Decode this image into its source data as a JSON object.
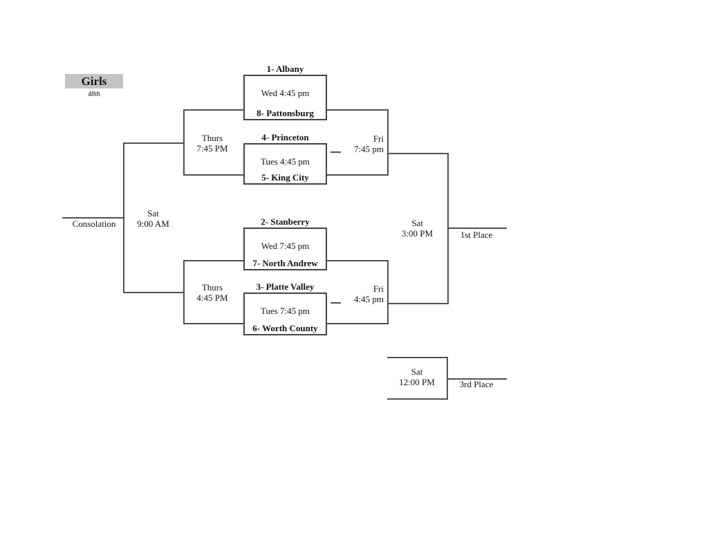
{
  "title": {
    "division": "Girls",
    "edition": "48th"
  },
  "theme": {
    "background": "#ffffff",
    "header_bg": "#c3c3c3",
    "line_color": "#4f4f4f",
    "box_border": "#434343",
    "text_color": "#111111"
  },
  "games": [
    {
      "name": "quarterfinal-1",
      "top_team": "1- Albany",
      "time": "Wed 4:45 pm",
      "bottom_team": "8- Pattonsburg"
    },
    {
      "name": "quarterfinal-2",
      "top_team": "4- Princeton",
      "time": "Tues 4:45 pm",
      "bottom_team": "5- King City"
    },
    {
      "name": "quarterfinal-3",
      "top_team": "2- Stanberry",
      "time": "Wed 7:45 pm",
      "bottom_team": "7- North Andrew"
    },
    {
      "name": "quarterfinal-4",
      "top_team": "3- Platte Valley",
      "time": "Tues 7:45 pm",
      "bottom_team": "6- Worth County"
    }
  ],
  "rounds": {
    "consolation_semi_top": {
      "day": "Thurs",
      "time": "7:45 PM"
    },
    "consolation_semi_bottom": {
      "day": "Thurs",
      "time": "4:45 PM"
    },
    "semifinal_top": {
      "day": "Fri",
      "time": "7:45 pm"
    },
    "semifinal_bottom": {
      "day": "Fri",
      "time": "4:45 pm"
    },
    "consolation_final": {
      "day": "Sat",
      "time": "9:00 AM",
      "label": "Consolation"
    },
    "championship": {
      "day": "Sat",
      "time": "3:00 PM",
      "label": "1st Place"
    },
    "third_place": {
      "day": "Sat",
      "time": "12:00 PM",
      "label": "3rd Place"
    }
  }
}
